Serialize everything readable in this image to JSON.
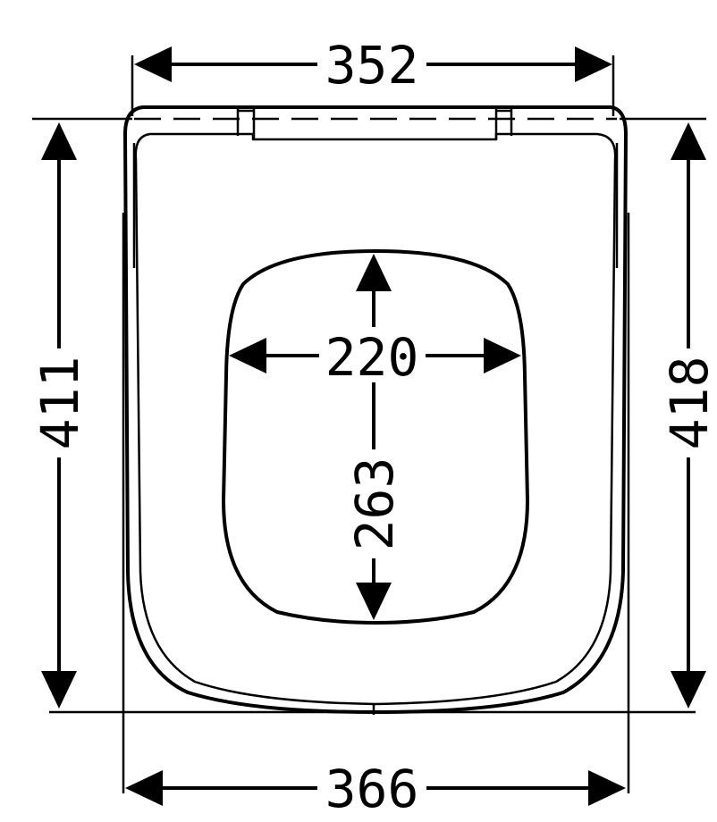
{
  "dimensions": {
    "top_width": "352",
    "bottom_width": "366",
    "left_height": "411",
    "right_height": "418",
    "opening_width": "220",
    "opening_height": "263"
  },
  "colors": {
    "line": "#000000",
    "background": "#ffffff"
  }
}
